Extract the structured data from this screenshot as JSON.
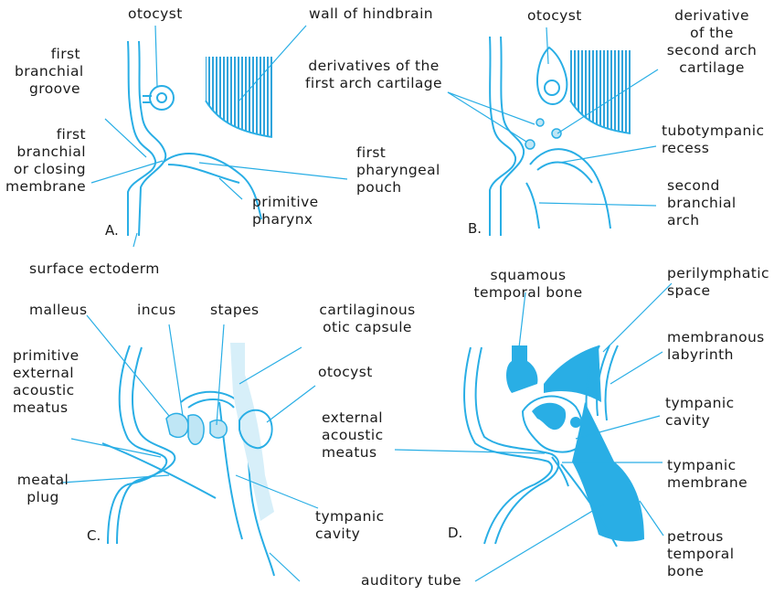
{
  "colors": {
    "accent": "#29aee5",
    "hatch": "#2fa4dc",
    "text": "#1a1a1a",
    "pale": "#bfe6f5"
  },
  "panels": {
    "a": {
      "letter": "A.",
      "labels": {
        "otocyst": "otocyst",
        "wall_hindbrain": "wall of hindbrain",
        "first_groove": [
          "first",
          "branchial",
          "groove"
        ],
        "closing_membrane": [
          "first",
          "branchial",
          "or closing",
          "membrane"
        ],
        "first_pouch": [
          "first",
          "pharyngeal",
          "pouch"
        ],
        "primitive_pharynx": [
          "primitive",
          "pharynx"
        ],
        "surface_ectoderm": "surface ectoderm"
      }
    },
    "b": {
      "letter": "B.",
      "labels": {
        "otocyst": "otocyst",
        "first_arch_derivatives": [
          "derivatives of the",
          "first arch cartilage"
        ],
        "second_arch_derivative": [
          "derivative",
          "of the",
          "second arch",
          "cartilage"
        ],
        "tubotympanic": [
          "tubotympanic",
          "recess"
        ],
        "second_arch": [
          "second",
          "branchial",
          "arch"
        ]
      }
    },
    "c": {
      "letter": "C.",
      "labels": {
        "malleus": "malleus",
        "incus": "incus",
        "stapes": "stapes",
        "otic_capsule": [
          "cartilaginous",
          "otic capsule"
        ],
        "otocyst": "otocyst",
        "external_meatus": [
          "primitive",
          "external",
          "acoustic",
          "meatus"
        ],
        "meatal_plug": [
          "meatal",
          "plug"
        ],
        "tympanic_cavity": [
          "tympanic",
          "cavity"
        ]
      }
    },
    "d": {
      "letter": "D.",
      "labels": {
        "squamous": [
          "squamous",
          "temporal bone"
        ],
        "perilymphatic": [
          "perilymphatic",
          "space"
        ],
        "membranous_labyrinth": [
          "membranous",
          "labyrinth"
        ],
        "tympanic_cavity": [
          "tympanic",
          "cavity"
        ],
        "tympanic_membrane": [
          "tympanic",
          "membrane"
        ],
        "petrous": [
          "petrous",
          "temporal",
          "bone"
        ]
      }
    }
  },
  "shared": {
    "external_acoustic_meatus": [
      "external",
      "acoustic",
      "meatus"
    ],
    "auditory_tube": "auditory tube"
  }
}
